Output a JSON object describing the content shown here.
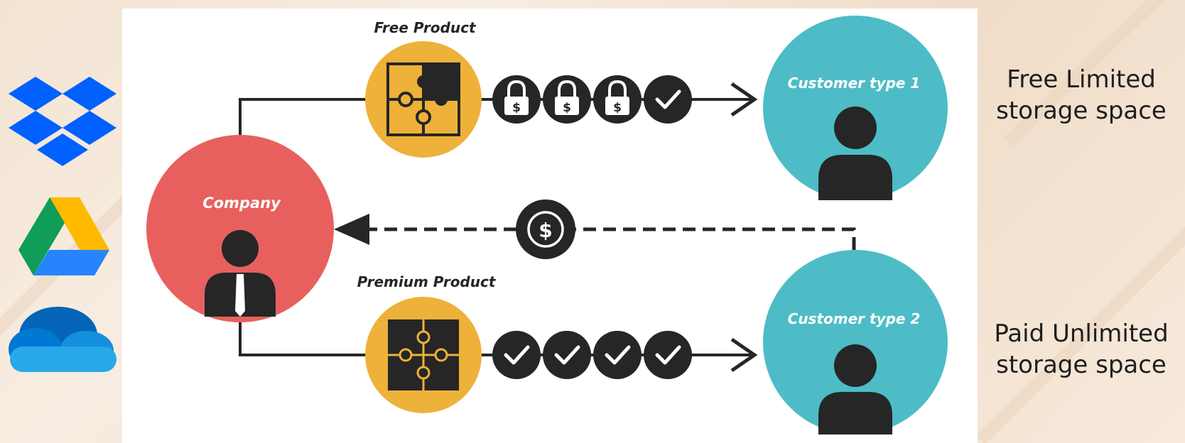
{
  "nodes": {
    "company": {
      "label": "Company"
    },
    "free_product": {
      "label": "Free Product"
    },
    "premium_product": {
      "label": "Premium Product"
    },
    "customer_1": {
      "label": "Customer type 1"
    },
    "customer_2": {
      "label": "Customer type 2"
    }
  },
  "tiers": {
    "free": {
      "line1": "Free Limited",
      "line2": "storage space"
    },
    "paid": {
      "line1": "Paid Unlimited",
      "line2": "storage space"
    }
  },
  "badges": {
    "free_path": [
      "lock",
      "lock",
      "lock",
      "check"
    ],
    "premium_path": [
      "check",
      "check",
      "check",
      "check"
    ]
  },
  "icons": {
    "logos": [
      "dropbox-logo",
      "google-drive-logo",
      "onedrive-logo"
    ],
    "payment": "dollar-coin-icon"
  },
  "colors": {
    "company": "#e8605e",
    "product": "#eeb13a",
    "customer": "#4dbcc6",
    "dark": "#262626"
  }
}
